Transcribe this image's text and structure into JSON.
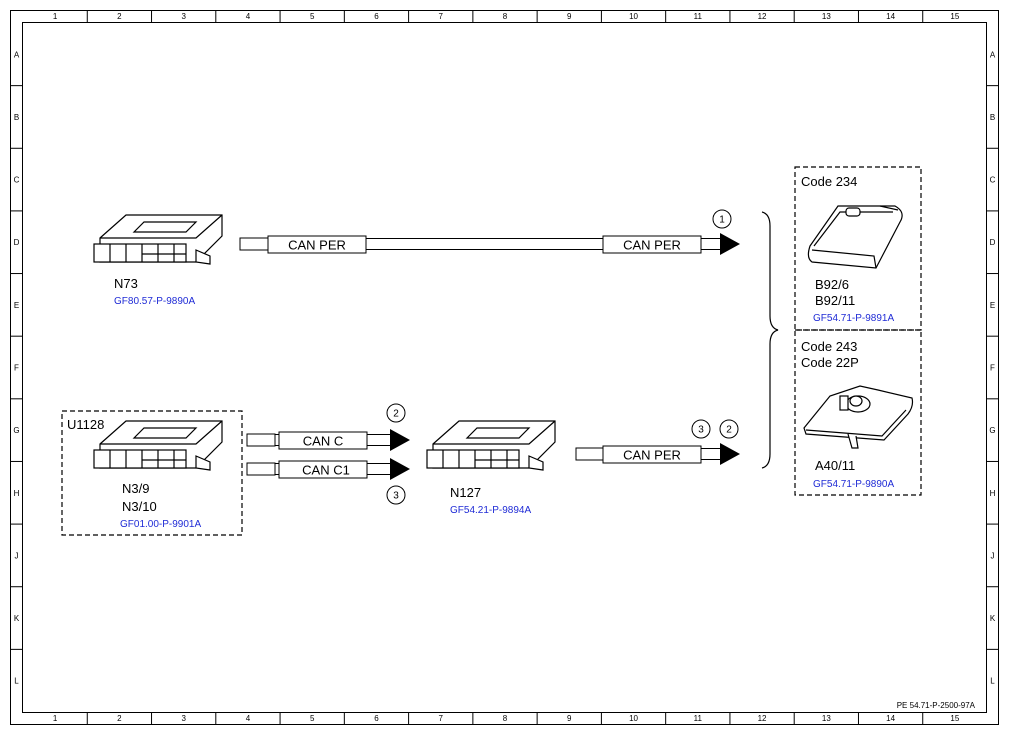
{
  "grid": {
    "columns": [
      "1",
      "2",
      "3",
      "4",
      "5",
      "6",
      "7",
      "8",
      "9",
      "10",
      "11",
      "12",
      "13",
      "14",
      "15"
    ],
    "rows": [
      "A",
      "B",
      "C",
      "D",
      "E",
      "F",
      "G",
      "H",
      "J",
      "K",
      "L"
    ]
  },
  "components": {
    "n73": {
      "label": "N73",
      "ref": "GF80.57-P-9890A"
    },
    "u1128": {
      "group": "U1128",
      "label1": "N3/9",
      "label2": "N3/10",
      "ref": "GF01.00-P-9901A"
    },
    "n127": {
      "label": "N127",
      "ref": "GF54.21-P-9894A"
    },
    "code234": {
      "code": "Code 234",
      "label1": "B92/6",
      "label2": "B92/11",
      "ref": "GF54.71-P-9891A"
    },
    "code243": {
      "code1": "Code 243",
      "code2": "Code 22P",
      "label": "A40/11",
      "ref": "GF54.71-P-9890A"
    }
  },
  "wires": {
    "top_left": "CAN PER",
    "top_right": "CAN PER",
    "can_c": "CAN C",
    "can_c1": "CAN C1",
    "n127_out": "CAN PER"
  },
  "markers": {
    "m_top": "1",
    "m_canc": "2",
    "m_canc1": "3",
    "m_out_a": "3",
    "m_out_b": "2"
  },
  "footer": {
    "doc_id": "PE 54.71-P-2500-97A"
  }
}
